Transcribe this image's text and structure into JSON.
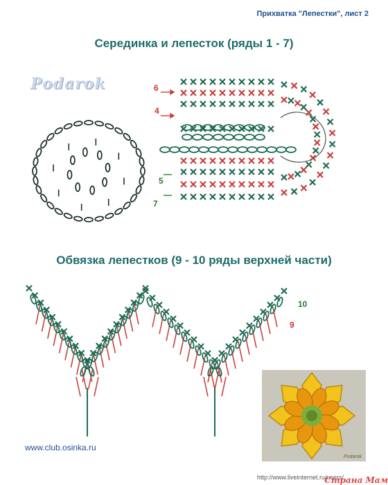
{
  "sheet_title": "Прихватка \"Лепестки\",  лист 2",
  "section_1_title": "Серединка и лепесток (ряды 1 - 7)",
  "section_2_title": "Обвязка лепестков (9 - 10 ряды верхней части)",
  "watermark": "Podarok",
  "row_labels_top": [
    "6",
    "4",
    "5",
    "7"
  ],
  "row_labels_bottom": [
    "10",
    "9"
  ],
  "website": "www.club.osinka.ru",
  "footer_url": "http://www.liveinternet.ru/users/",
  "stamp": "Страна Мам",
  "photo_credit": "Podarok",
  "colors": {
    "title_blue": "#1f4f8f",
    "title_teal": "#1f6b6b",
    "stitch_green": "#1f6b55",
    "stitch_red": "#c8403a",
    "label_red": "#d2342c",
    "label_green": "#2a7d2a"
  }
}
